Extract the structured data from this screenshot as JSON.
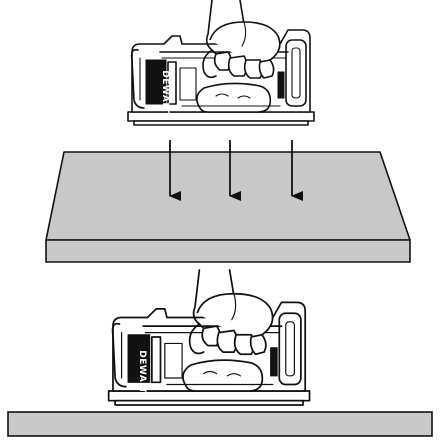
{
  "brand_label": "DEWALT",
  "colors": {
    "ink": "#111111",
    "surface_gray": "#c8c8c8",
    "paper": "#ffffff"
  },
  "steps": [
    {
      "name": "lower-sander-onto-surface",
      "arrows": 3
    },
    {
      "name": "sander-resting-on-surface",
      "arrows": 0
    }
  ]
}
